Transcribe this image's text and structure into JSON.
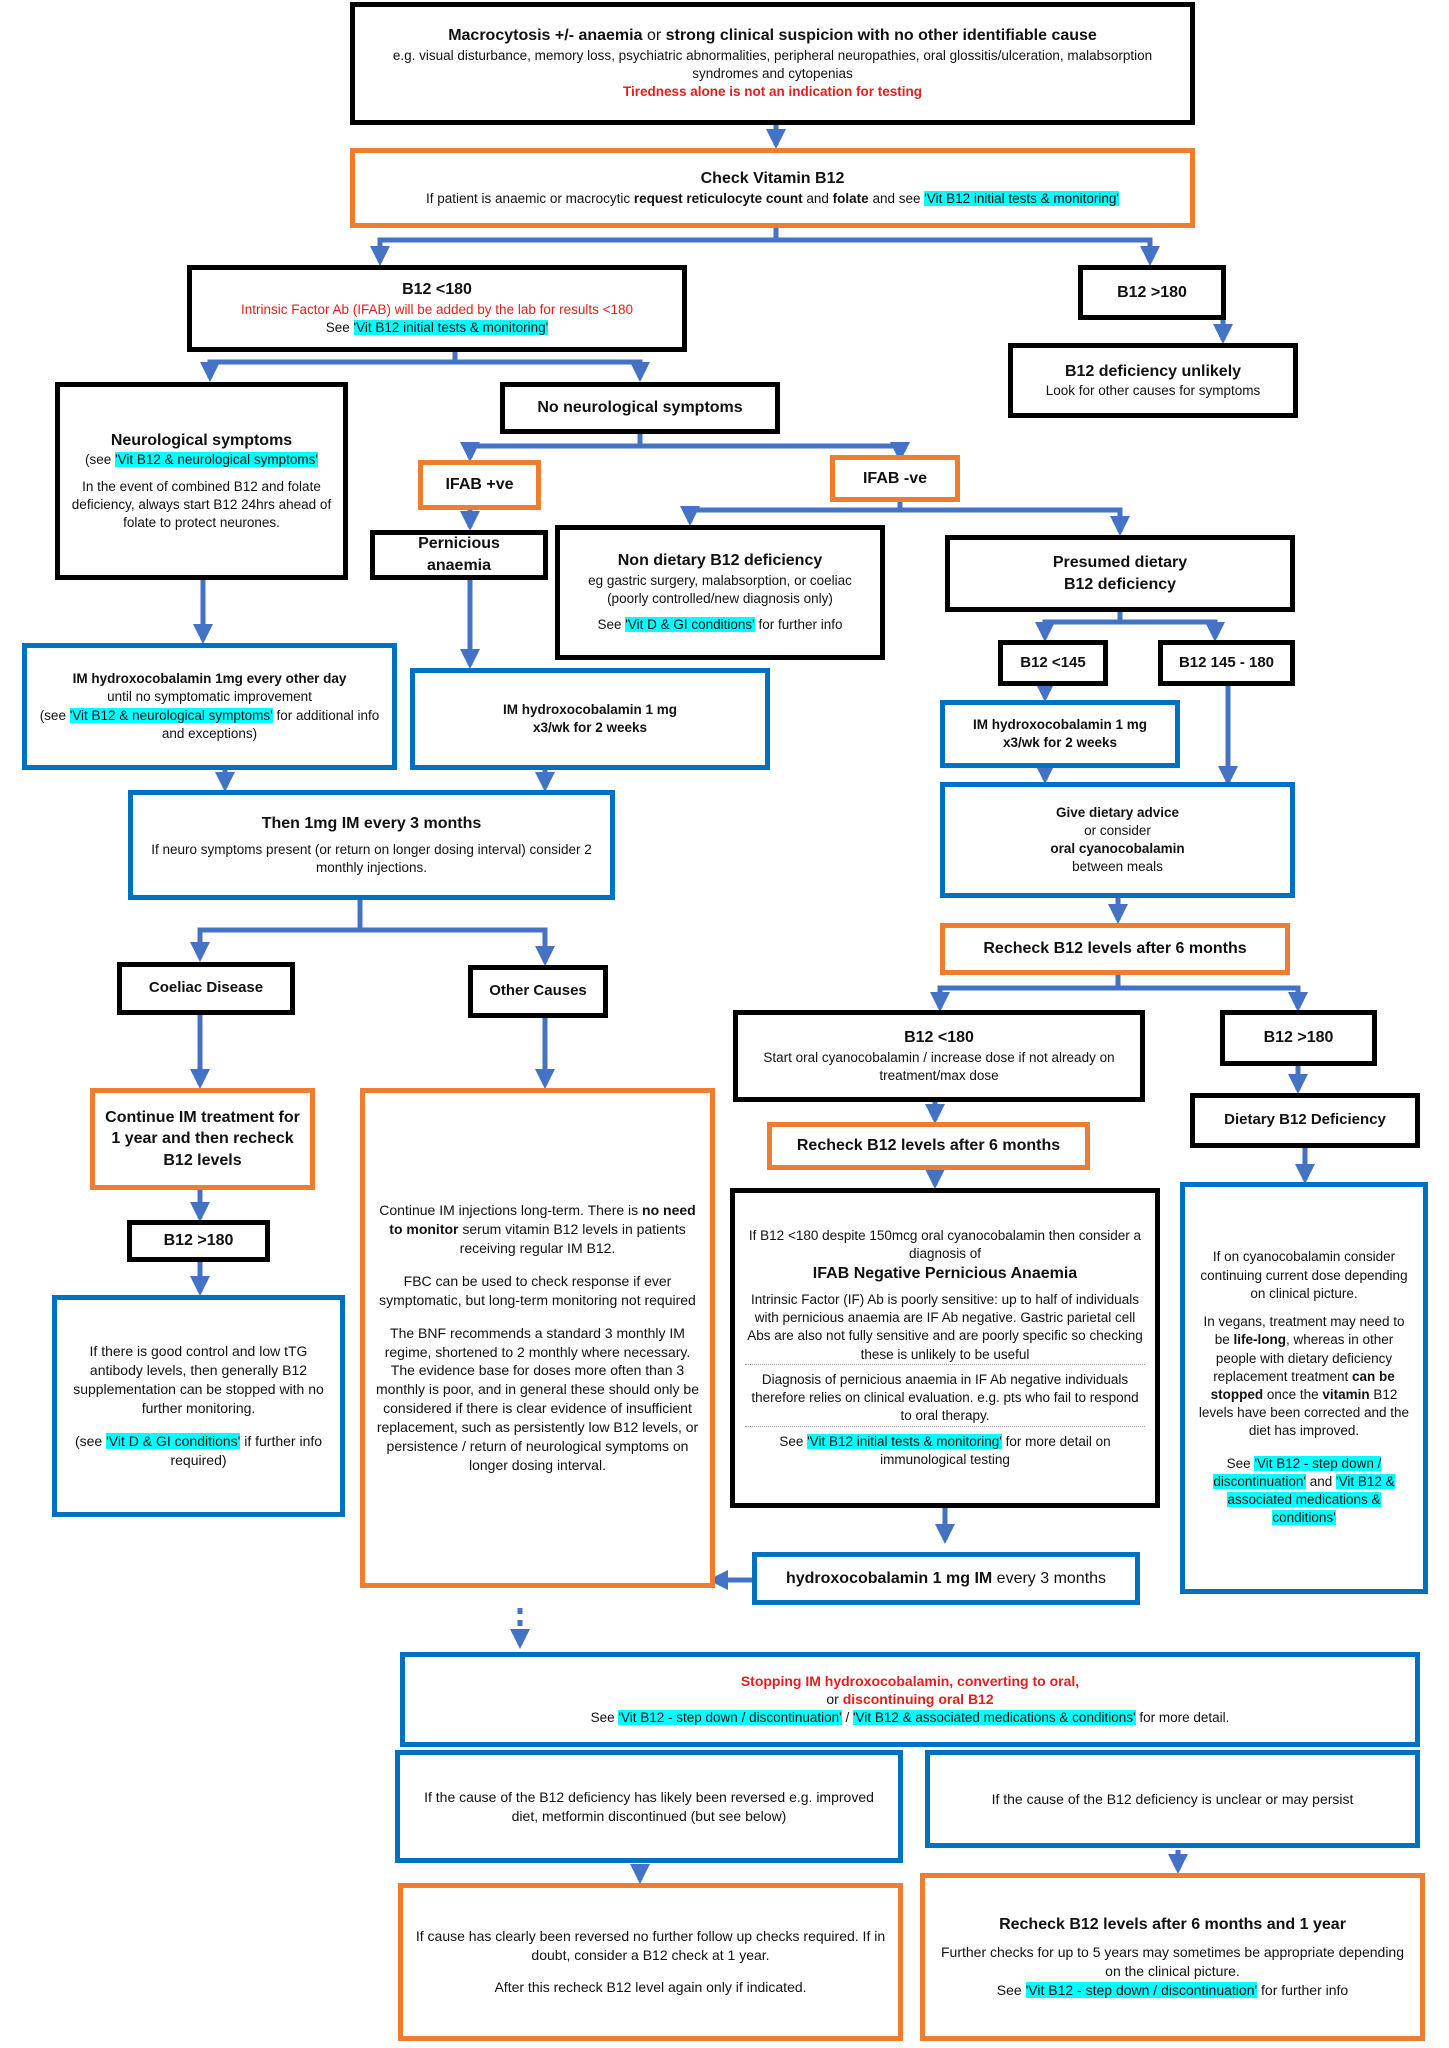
{
  "colors": {
    "black_box": "#000000",
    "orange_box": "#ed7d31",
    "blue_box": "#0070c0",
    "arrow": "#4472c4",
    "highlight": "#00ffff",
    "red_text": "#e02020"
  },
  "top": {
    "title_a": "Macrocytosis +/- anaemia",
    "title_or": " or ",
    "title_b": "strong clinical suspicion with no other identifiable cause",
    "examples": "e.g. visual disturbance, memory loss, psychiatric abnormalities, peripheral neuropathies, oral glossitis/ulceration, malabsorption syndromes and cytopenias",
    "warning": "Tiredness alone is not an indication for testing"
  },
  "check": {
    "title": "Check Vitamin B12",
    "t1": "If patient is anaemic or macrocytic ",
    "b1": "request reticulocyte count",
    "t2": " and ",
    "b2": "folate",
    "t3": " and see ",
    "link": "'Vit B12 initial tests & monitoring'"
  },
  "low180": {
    "title": "B12 <180",
    "red": "Intrinsic Factor Ab (IFAB) will be added by the lab for results <180",
    "see": "See ",
    "link": "'Vit B12 initial tests & monitoring'"
  },
  "high180": {
    "title": "B12 >180"
  },
  "unlikely": {
    "title": "B12 deficiency unlikely",
    "text": "Look for other causes for symptoms"
  },
  "neuro": {
    "title": "Neurological symptoms",
    "see_open": "(see ",
    "link": "'Vit B12 & neurological symptoms'",
    "text": "In the event of combined B12 and folate deficiency, always start B12 24hrs ahead of folate to protect neurones."
  },
  "no_neuro": {
    "title": "No neurological symptoms"
  },
  "ifab_pos": {
    "title": "IFAB +ve"
  },
  "ifab_neg": {
    "title": "IFAB -ve"
  },
  "pernicious": {
    "title": "Pernicious anaemia"
  },
  "non_dietary": {
    "title": "Non dietary B12 deficiency",
    "text": "eg gastric surgery, malabsorption, or coeliac (poorly controlled/new diagnosis only)",
    "see": "See ",
    "link": "'Vit D & GI conditions'",
    "after": " for further info"
  },
  "presumed": {
    "title_1": "Presumed dietary",
    "title_2": "B12 deficiency"
  },
  "lt145": {
    "title": "B12 <145"
  },
  "r145": {
    "title": "B12 145 - 180"
  },
  "im_neuro": {
    "title": "IM hydroxocobalamin 1mg every other day",
    "line2": "until no symptomatic improvement",
    "see": "(see ",
    "link": "'Vit B12 & neurological symptoms'",
    "after": " for additional info and exceptions)"
  },
  "im_pa": {
    "l1": "IM hydroxocobalamin 1 mg",
    "l2": "x3/wk for 2 weeks"
  },
  "im_145": {
    "l1": "IM hydroxocobalamin 1 mg",
    "l2": "x3/wk for 2 weeks"
  },
  "dietary_advice": {
    "l1": "Give dietary advice",
    "l2": "or consider",
    "l3": "oral cyanocobalamin",
    "l4": "between meals"
  },
  "then3": {
    "title": "Then 1mg IM every 3 months",
    "text": "If neuro symptoms present (or return on longer dosing interval) consider 2 monthly injections."
  },
  "recheck6a": {
    "title": "Recheck B12 levels after 6 months"
  },
  "coeliac": {
    "title": "Coeliac Disease"
  },
  "other": {
    "title": "Other Causes"
  },
  "continue_im": {
    "title": "Continue IM treatment for 1 year and then recheck B12 levels"
  },
  "gt180_c": {
    "title": "B12 >180"
  },
  "good_control": {
    "text": "If there is good control and low tTG antibody levels, then generally B12 supplementation can be stopped with no further monitoring.",
    "see": "(see ",
    "link": "'Vit D & GI conditions'",
    "after": " if further info required)"
  },
  "longterm": {
    "p1a": "Continue IM injections long-term. There is ",
    "p1b": "no need to monitor",
    "p1c": " serum vitamin B12 levels in patients receiving regular IM B12.",
    "p2": "FBC can be used to check response if ever symptomatic, but long-term monitoring not required",
    "p3": "The BNF recommends a standard 3 monthly IM regime, shortened to 2 monthly where necessary. The evidence base for doses more often than 3 monthly is poor, and in general these should only be considered if there is clear evidence of insufficient replacement, such as persistently low B12 levels, or persistence / return of neurological symptoms on longer dosing interval."
  },
  "lt180b": {
    "title": "B12 <180",
    "text": "Start oral cyanocobalamin / increase dose if not already on treatment/max dose"
  },
  "gt180b": {
    "title": "B12 >180"
  },
  "recheck6b": {
    "title": "Recheck B12 levels after 6 months"
  },
  "dietary_def": {
    "title": "Dietary B12 Deficiency"
  },
  "ifab_neg_pa": {
    "intro": "If B12 <180 despite 150mcg oral cyanocobalamin then consider a diagnosis of",
    "title": "IFAB Negative Pernicious Anaemia",
    "p1": "Intrinsic Factor (IF) Ab is poorly sensitive: up to half of individuals with pernicious anaemia are IF Ab negative. Gastric parietal cell Abs are also not fully sensitive and are poorly specific so checking these is unlikely to be useful",
    "p2": "Diagnosis of pernicious anaemia in IF Ab negative individuals therefore relies on clinical evaluation. e.g. pts who fail to respond to oral therapy.",
    "see": "See ",
    "link": "'Vit B12 initial tests & monitoring'",
    "after": " for more detail on immunological testing"
  },
  "cyano": {
    "p1": "If on cyanocobalamin consider continuing current dose depending on clinical picture.",
    "p2a": "In vegans, treatment may need to be ",
    "p2b": "life-long",
    "p2c": ", whereas in other people with dietary deficiency replacement treatment ",
    "p2d": "can be stopped",
    "p2e": " once the ",
    "p2f": "vitamin",
    "p2g": " B12 levels have been corrected and the diet has improved.",
    "see": "See ",
    "link1": "'Vit B12 - step down / discontinuation'",
    "and": " and ",
    "link2": "'Vit B12 & associated medications & conditions'"
  },
  "hydroxo3": {
    "bold": "hydroxocobalamin 1 mg IM",
    "rest": " every 3 months"
  },
  "stopping": {
    "l1": "Stopping IM hydroxocobalamin, converting to oral,",
    "or": "or ",
    "l2": "discontinuing oral B12",
    "see": "See ",
    "link1": "'Vit B12 - step down / discontinuation'",
    "slash": " / ",
    "link2": "'Vit B12 & associated medications & conditions'",
    "after": " for more detail."
  },
  "reversed": {
    "text": "If the cause of the B12 deficiency has likely been reversed e.g. improved diet, metformin discontinued (but see below)"
  },
  "unclear": {
    "text": "If the cause of the B12 deficiency is unclear or may persist"
  },
  "no_followup": {
    "p1": "If cause has clearly been reversed no further follow up checks required.  If in doubt, consider a B12 check at 1 year.",
    "p2": "After this recheck B12 level again only if indicated."
  },
  "recheck_final": {
    "title": "Recheck B12 levels after 6 months and 1 year",
    "text": "Further checks for up to 5 years may sometimes be appropriate depending on the clinical picture.",
    "see": "See ",
    "link": "'Vit B12 - step down / discontinuation'",
    "after": " for further info"
  }
}
